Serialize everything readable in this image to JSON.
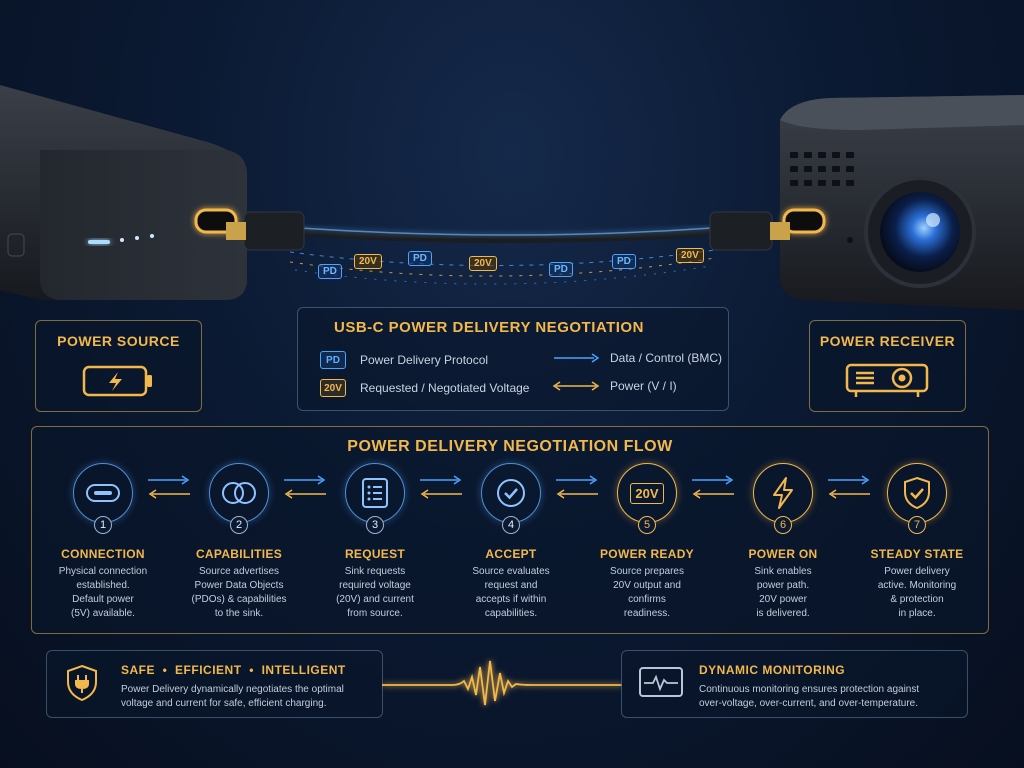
{
  "source": {
    "label": "POWER SOURCE",
    "icon": "battery-charging-icon"
  },
  "receiver": {
    "label": "POWER RECEIVER",
    "icon": "projector-icon"
  },
  "legend": {
    "title": "USB-C POWER DELIVERY NEGOTIATION",
    "pd_chip": "PD",
    "pd_text": "Power Delivery Protocol",
    "v_chip": "20V",
    "v_text": "Requested / Negotiated Voltage",
    "data_text": "Data / Control (BMC)",
    "power_text": "Power (V / I)"
  },
  "cable_tags": [
    "PD",
    "20V",
    "PD",
    "20V",
    "PD",
    "PD",
    "20V"
  ],
  "flow": {
    "title": "POWER DELIVERY NEGOTIATION FLOW",
    "steps": [
      {
        "num": "1",
        "title": "CONNECTION",
        "desc": "Physical connection\nestablished.\nDefault power\n(5V) available.",
        "icon": "usb-c-port-icon"
      },
      {
        "num": "2",
        "title": "CAPABILITIES",
        "desc": "Source advertises\nPower Data Objects\n(PDOs) & capabilities\nto the sink.",
        "icon": "linked-rings-icon"
      },
      {
        "num": "3",
        "title": "REQUEST",
        "desc": "Sink requests\nrequired voltage\n(20V) and current\nfrom source.",
        "icon": "checklist-icon"
      },
      {
        "num": "4",
        "title": "ACCEPT",
        "desc": "Source evaluates\nrequest and\naccepts if within\ncapabilities.",
        "icon": "check-circle-icon"
      },
      {
        "num": "5",
        "title": "POWER READY",
        "desc": "Source prepares\n20V output and\nconfirms\nreadiness.",
        "icon": "voltage-20v-icon",
        "icon_text": "20V"
      },
      {
        "num": "6",
        "title": "POWER ON",
        "desc": "Sink enables\npower path.\n20V power\nis delivered.",
        "icon": "lightning-icon"
      },
      {
        "num": "7",
        "title": "STEADY STATE",
        "desc": "Power delivery\nactive. Monitoring\n& protection\nin place.",
        "icon": "shield-check-icon"
      }
    ]
  },
  "bottom_left": {
    "title": "SAFE  •  EFFICIENT  •  INTELLIGENT",
    "text": "Power Delivery dynamically negotiates the optimal\nvoltage and current for safe, efficient charging.",
    "icon": "shield-plug-icon"
  },
  "bottom_right": {
    "title": "DYNAMIC MONITORING",
    "text": "Continuous monitoring ensures protection against\nover-voltage, over-current, and over-temperature.",
    "icon": "monitor-waveform-icon"
  },
  "colors": {
    "accent_gold": "#f2b84b",
    "accent_blue": "#4aa3ff",
    "background": "#0b1a33"
  }
}
